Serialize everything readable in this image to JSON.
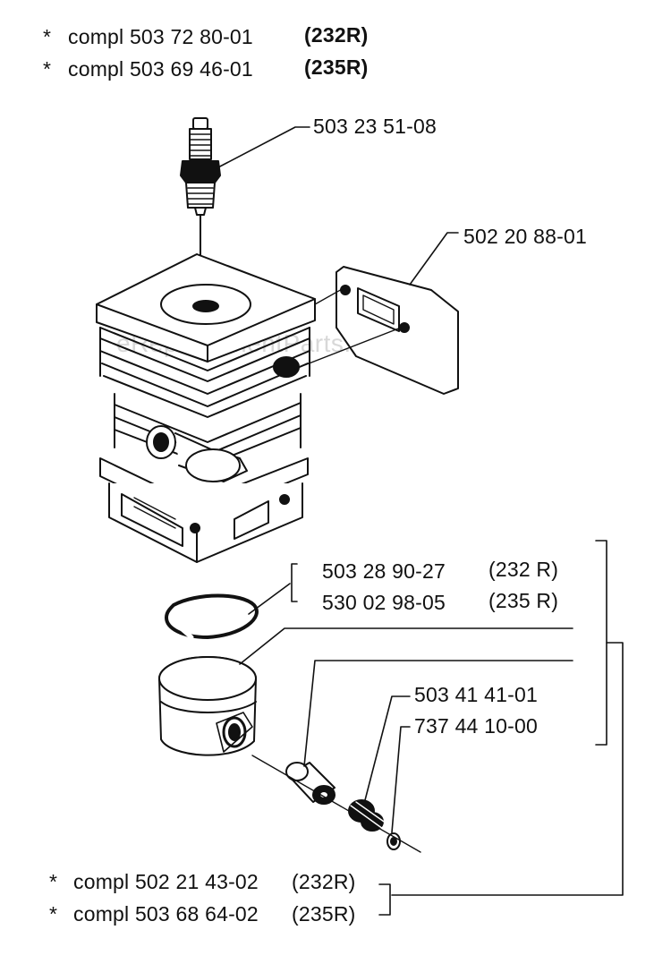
{
  "header": {
    "row1": {
      "bullet": "*",
      "part": "compl 503 72 80-01",
      "model": "(232R)"
    },
    "row2": {
      "bullet": "*",
      "part": "compl 503 69 46-01",
      "model": "(235R)"
    }
  },
  "callouts": {
    "spark_plug": "503 23 51-08",
    "gasket": "502 20 88-01",
    "ring_232": {
      "part": "503 28 90-27",
      "model": "(232 R)"
    },
    "ring_235": {
      "part": "530 02 98-05",
      "model": "(235 R)"
    },
    "needle_bearing": "503 41 41-01",
    "circlip": "737 44 10-00"
  },
  "footer": {
    "row1": {
      "bullet": "*",
      "part": "compl 502 21 43-02",
      "model": "(232R)"
    },
    "row2": {
      "bullet": "*",
      "part": "compl 503 68 64-02",
      "model": "(235R)"
    }
  },
  "watermark": "eReplacementParts.com",
  "colors": {
    "ink": "#111111",
    "paper": "#ffffff",
    "watermark": "#d8d8d8"
  }
}
